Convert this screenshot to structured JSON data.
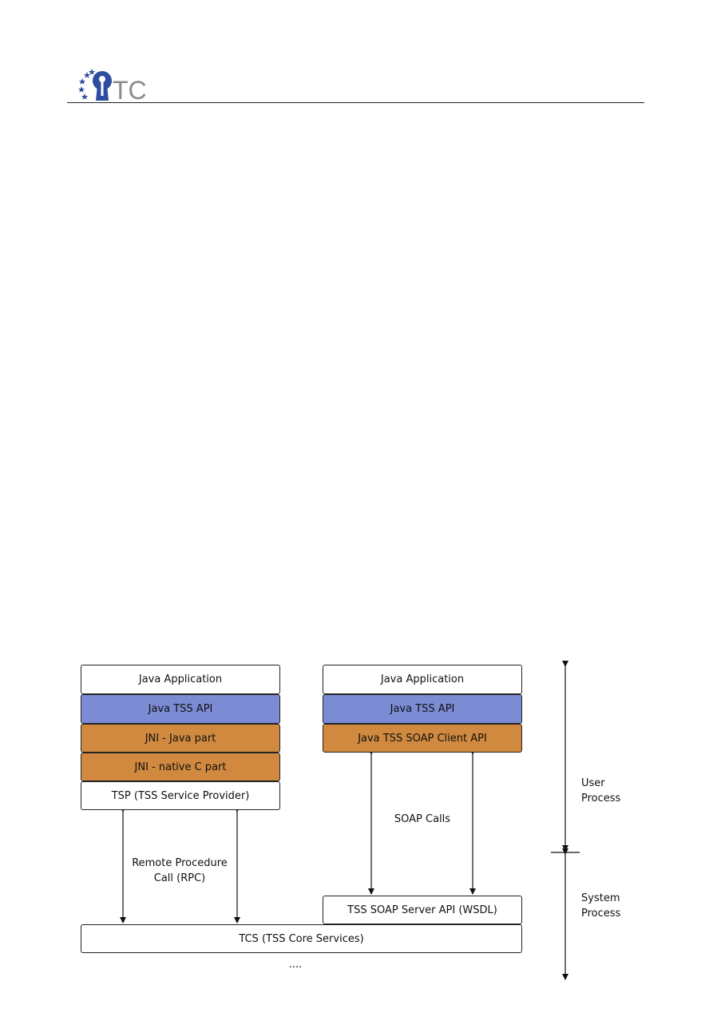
{
  "header": {
    "logo_text": "TC"
  },
  "diagram": {
    "left_stack": {
      "java_application": "Java Application",
      "java_tss_api": "Java TSS API",
      "jni_java_part": "JNI - Java part",
      "jni_native_c_part": "JNI - native C part",
      "tsp": "TSP (TSS Service Provider)"
    },
    "right_stack": {
      "java_application": "Java Application",
      "java_tss_api": "Java TSS API",
      "soap_client_api": "Java TSS SOAP Client API"
    },
    "soap_server_api": "TSS SOAP Server API (WSDL)",
    "tcs": "TCS (TSS Core Services)",
    "rpc_label": {
      "line1": "Remote Procedure",
      "line2": "Call (RPC)"
    },
    "soap_calls_label": "SOAP Calls",
    "user_process": {
      "line1": "User",
      "line2": "Process"
    },
    "system_process": {
      "line1": "System",
      "line2": "Process"
    },
    "ellipsis": "...."
  },
  "colors": {
    "api_blue": "#7b8bd4",
    "jni_orange": "#d0893f",
    "star_blue": "#2f4da0",
    "logo_gray": "#8c8c8c"
  }
}
